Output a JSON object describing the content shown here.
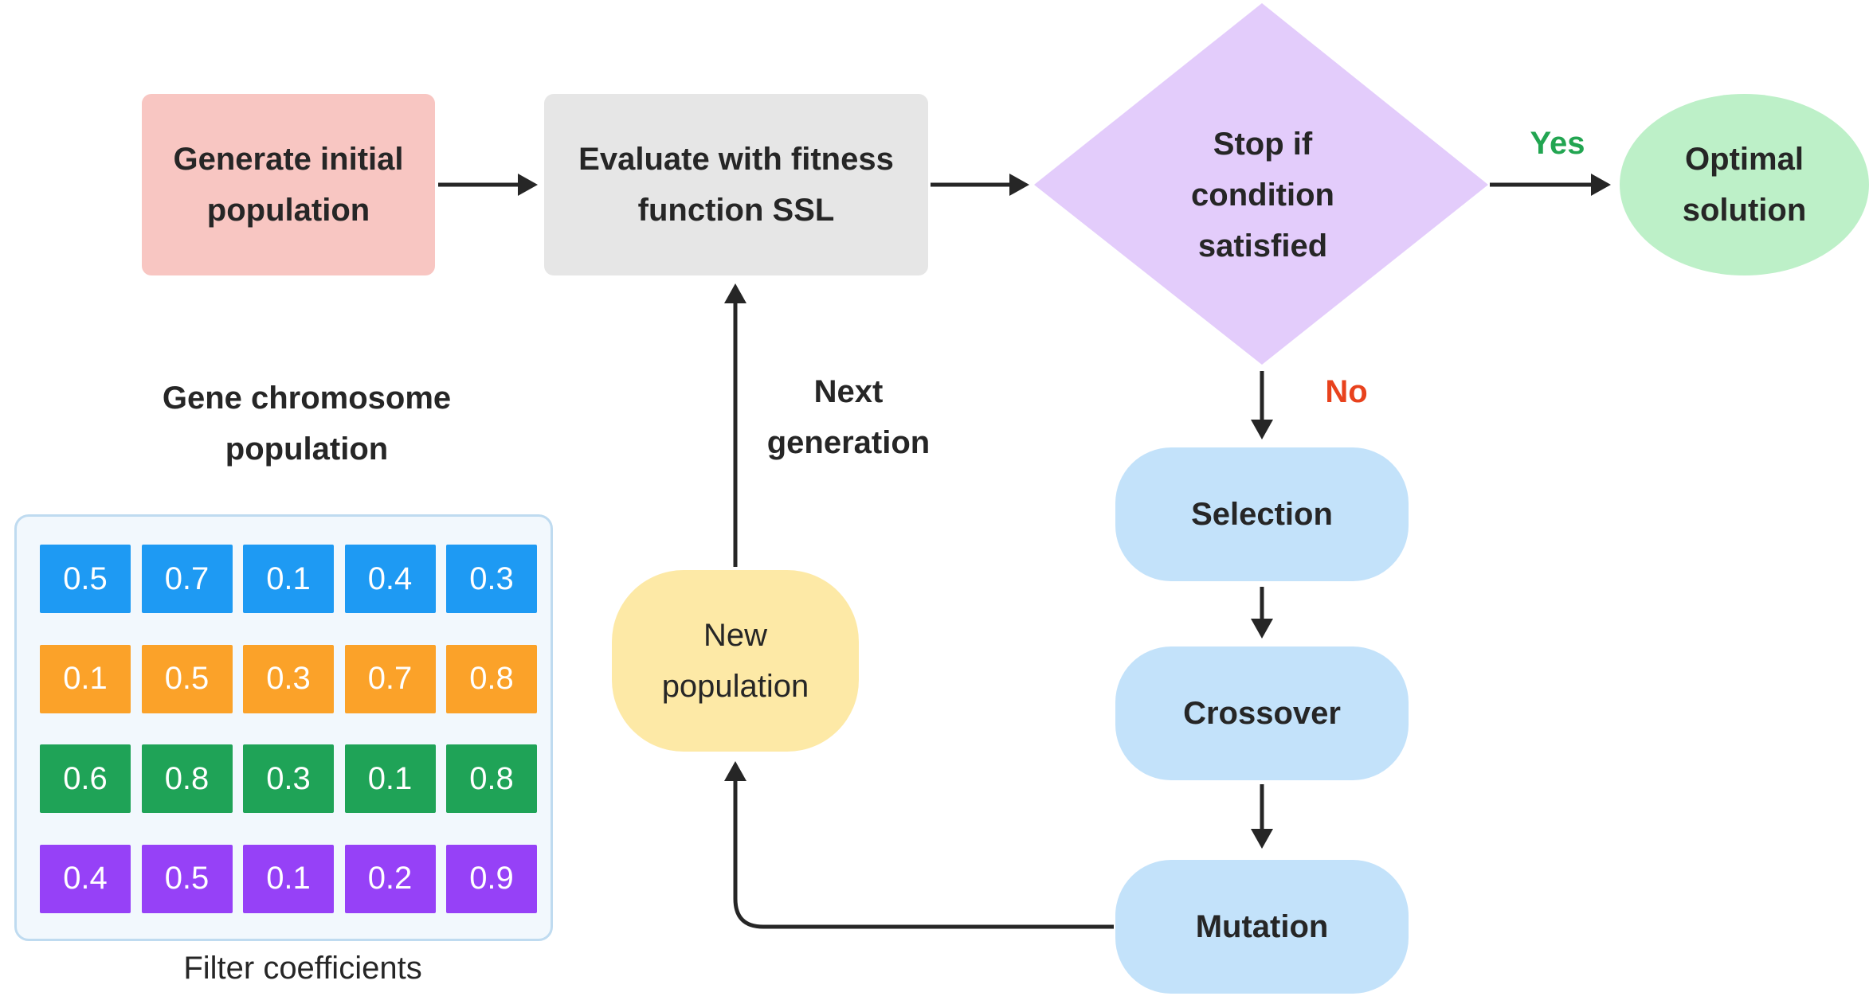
{
  "nodes": {
    "generate": "Generate initial population",
    "evaluate": "Evaluate with fitness function SSL",
    "decision": "Stop if condition satisfied",
    "optimal": "Optimal solution",
    "selection": "Selection",
    "crossover": "Crossover",
    "mutation": "Mutation",
    "new_population": "New population"
  },
  "labels": {
    "yes": "Yes",
    "no": "No",
    "next_generation": "Next generation",
    "gene_title": "Gene chromosome population",
    "filter_coefficients": "Filter coefficients"
  },
  "colors": {
    "generate_fill": "#f8c6c2",
    "evaluate_fill": "#e6e6e6",
    "decision_fill": "#e3ccfb",
    "optimal_fill": "#bdf0c8",
    "process_fill": "#c3e2fa",
    "new_population_fill": "#fde9a6",
    "yes_text": "#22a551",
    "no_text": "#e8421d",
    "arrow": "#262626"
  },
  "chromosomes": [
    {
      "color": "#1e9af3",
      "values": [
        "0.5",
        "0.7",
        "0.1",
        "0.4",
        "0.3"
      ]
    },
    {
      "color": "#fba229",
      "values": [
        "0.1",
        "0.5",
        "0.3",
        "0.7",
        "0.8"
      ]
    },
    {
      "color": "#1fa357",
      "values": [
        "0.6",
        "0.8",
        "0.3",
        "0.1",
        "0.8"
      ]
    },
    {
      "color": "#9641f7",
      "values": [
        "0.4",
        "0.5",
        "0.1",
        "0.2",
        "0.9"
      ]
    }
  ]
}
